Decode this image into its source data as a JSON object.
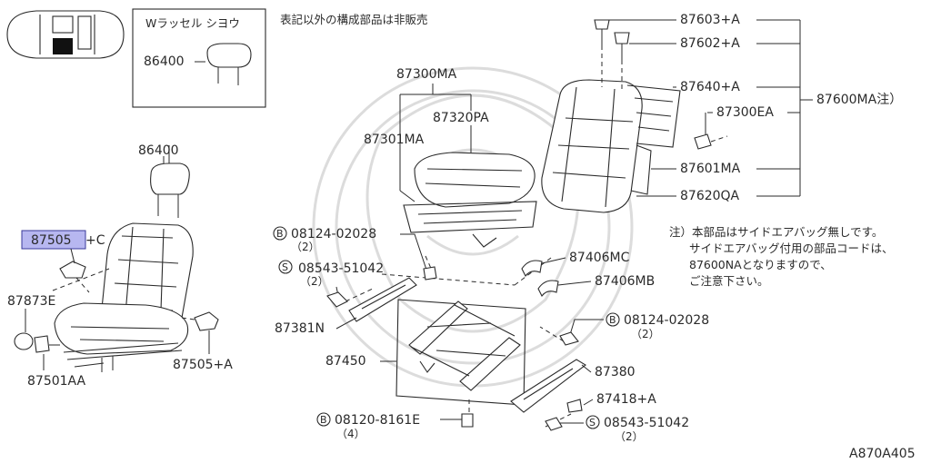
{
  "inset_box": {
    "title": "Wラッセル シヨウ",
    "part": "86400"
  },
  "notice": "表記以外の構成部品は非販売",
  "labels": {
    "p86400": "86400",
    "p87505c_num": "87505",
    "p87505c_suffix": "+C",
    "p87873e": "87873E",
    "p87501aa": "87501AA",
    "p87505a": "87505+A",
    "p87300ma": "87300MA",
    "p87320pa": "87320PA",
    "p87301ma": "87301MA",
    "p87603a": "87603+A",
    "p87602a": "87602+A",
    "p87640a": "87640+A",
    "p87300ea": "87300EA",
    "p87600ma": "87600MA注）",
    "p87601ma": "87601MA",
    "p87620qa": "87620QA",
    "p87406mc": "87406MC",
    "p87406mb": "87406MB",
    "p87381n": "87381N",
    "p87450": "87450",
    "p87380": "87380",
    "p87418a": "87418+A"
  },
  "fasteners": [
    {
      "symbol": "B",
      "part": "08124-02028",
      "qty": "（2）"
    },
    {
      "symbol": "S",
      "part": "08543-51042",
      "qty": "（2）"
    },
    {
      "symbol": "B",
      "part": "08124-02028",
      "qty": "（2）"
    },
    {
      "symbol": "B",
      "part": "08120-8161E",
      "qty": "（4）"
    },
    {
      "symbol": "S",
      "part": "08543-51042",
      "qty": "（2）"
    }
  ],
  "note_lines": [
    "注）本部品はサイドエアバッグ無しです。",
    "サイドエアバッグ付用の部品コードは、",
    "87600NAとなりますので、",
    "ご注意下さい。"
  ],
  "diagram_code": "A870A405",
  "colors": {
    "line": "#2a2a2a",
    "highlight": "#b7b7f0",
    "watermark": "#dcdcdc"
  }
}
